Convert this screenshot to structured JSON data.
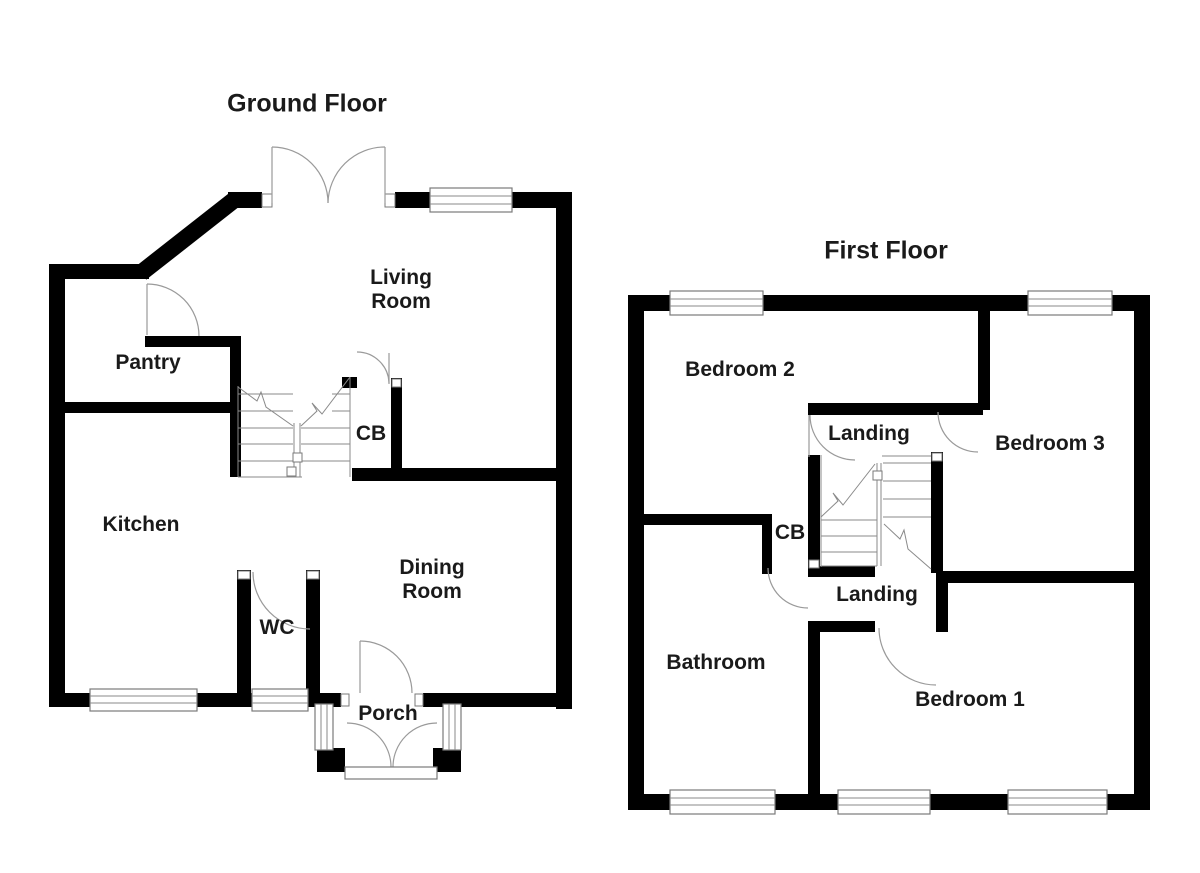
{
  "document": {
    "type": "floorplan",
    "background_color": "#ffffff",
    "wall_color": "#000000",
    "detail_line_color": "#8a8a8a",
    "text_color": "#1a1a1a"
  },
  "floors": [
    {
      "id": "ground-floor",
      "title": "Ground Floor",
      "rooms": [
        {
          "name": "Living Room",
          "label": "Living\nRoom"
        },
        {
          "name": "Pantry",
          "label": "Pantry"
        },
        {
          "name": "Cupboard",
          "label": "CB"
        },
        {
          "name": "Kitchen",
          "label": "Kitchen"
        },
        {
          "name": "Dining Room",
          "label": "Dining\nRoom"
        },
        {
          "name": "WC",
          "label": "WC"
        },
        {
          "name": "Porch",
          "label": "Porch"
        }
      ]
    },
    {
      "id": "first-floor",
      "title": "First Floor",
      "rooms": [
        {
          "name": "Bedroom 2",
          "label": "Bedroom 2"
        },
        {
          "name": "Landing (upper)",
          "label": "Landing"
        },
        {
          "name": "Bedroom 3",
          "label": "Bedroom 3"
        },
        {
          "name": "Cupboard",
          "label": "CB"
        },
        {
          "name": "Landing (lower)",
          "label": "Landing"
        },
        {
          "name": "Bathroom",
          "label": "Bathroom"
        },
        {
          "name": "Bedroom 1",
          "label": "Bedroom 1"
        }
      ]
    }
  ]
}
